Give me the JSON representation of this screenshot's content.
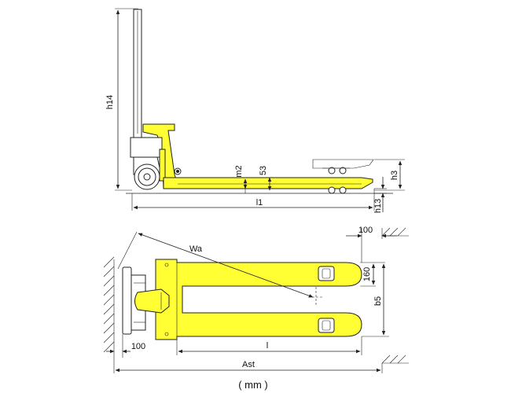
{
  "colors": {
    "truck": "#ffff33",
    "outline": "#222222",
    "hatch": "#444444"
  },
  "labels": {
    "h14": "h14",
    "m2": "m2",
    "d53": "53",
    "h3": "h3",
    "h13": "h13",
    "l1": "l1",
    "wa": "Wa",
    "d100_top": "100",
    "d160": "160",
    "b5": "b5",
    "d100_bottom": "100",
    "l": "l",
    "ast": "Ast",
    "unit": "( mm )"
  }
}
